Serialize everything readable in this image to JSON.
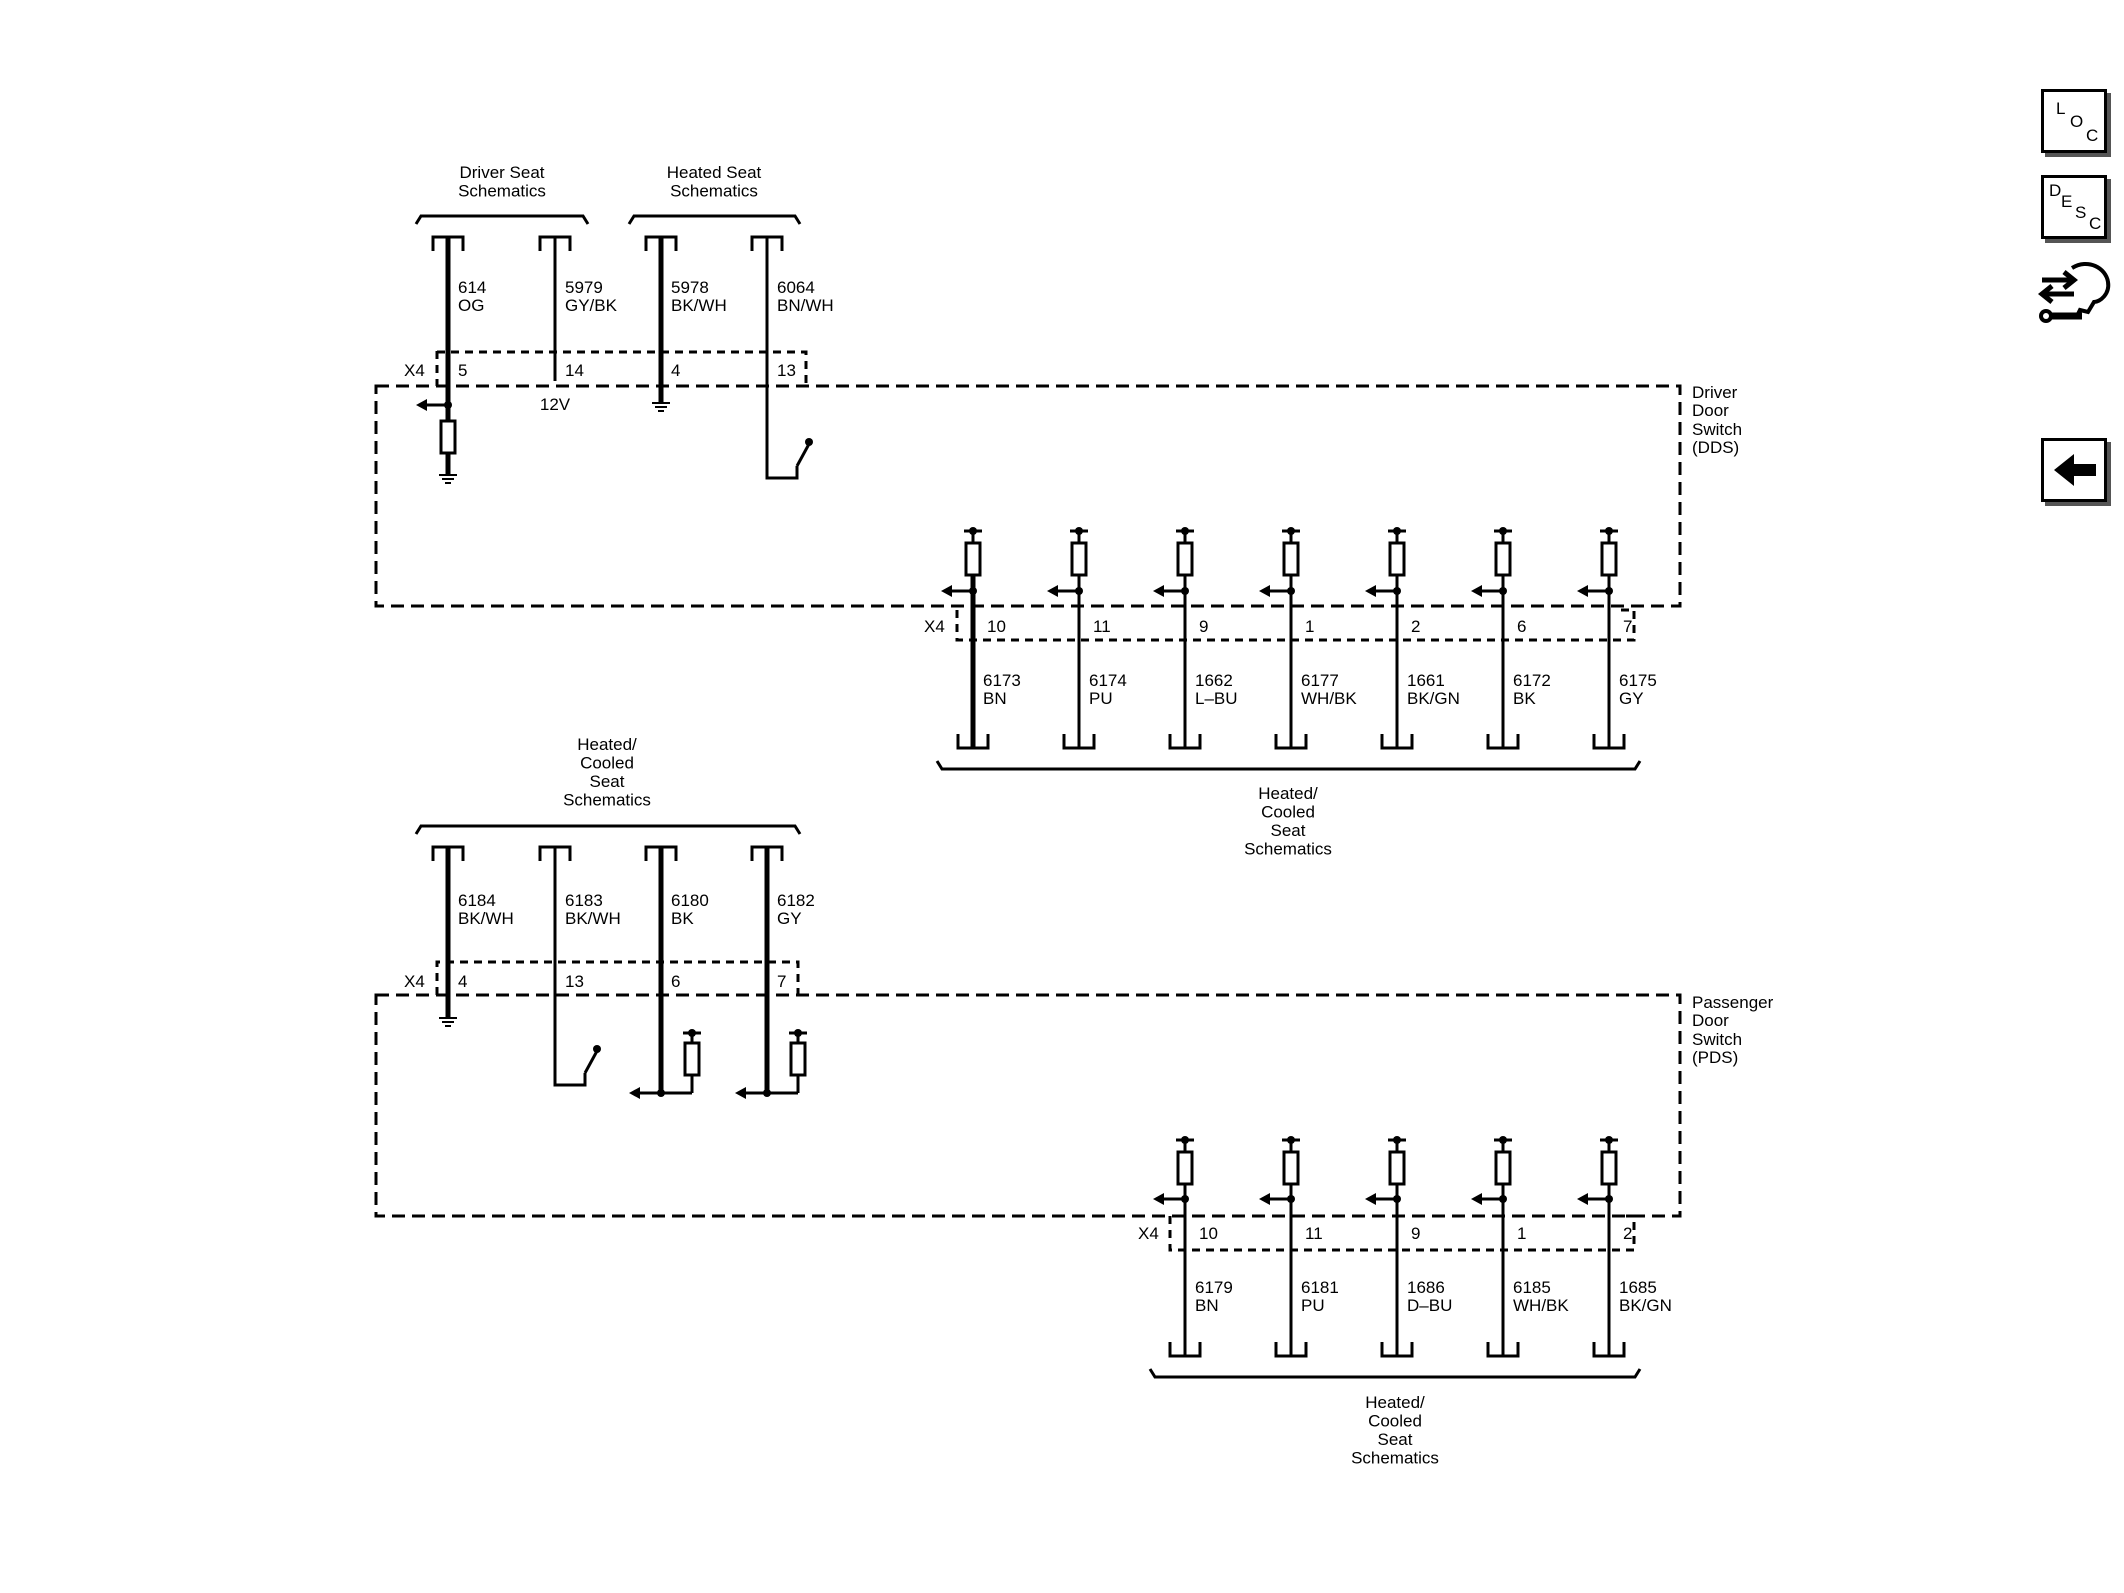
{
  "nav": {
    "loc": {
      "l1": "L",
      "l2": "O",
      "l3": "C"
    },
    "desc": {
      "l1": "D",
      "l2": "E",
      "l3": "S",
      "l4": "C"
    }
  },
  "top": {
    "harness_label": "Driver Door Switch (DDS)",
    "upper": {
      "groups": [
        {
          "label": [
            "Driver Seat",
            "Schematics"
          ]
        },
        {
          "label": [
            "Heated Seat",
            "Schematics"
          ]
        }
      ],
      "connector": "X4",
      "wires": [
        {
          "circuit": "614",
          "color": "OG",
          "pin": "5"
        },
        {
          "circuit": "5979",
          "color": "GY/BK",
          "pin": "14",
          "note": "12V"
        },
        {
          "circuit": "5978",
          "color": "BK/WH",
          "pin": "4"
        },
        {
          "circuit": "6064",
          "color": "BN/WH",
          "pin": "13"
        }
      ]
    },
    "lower": {
      "connector": "X4",
      "group_label": [
        "Heated/",
        "Cooled",
        "Seat",
        "Schematics"
      ],
      "wires": [
        {
          "circuit": "6173",
          "color": "BN",
          "pin": "10"
        },
        {
          "circuit": "6174",
          "color": "PU",
          "pin": "11"
        },
        {
          "circuit": "1662",
          "color": "L–BU",
          "pin": "9"
        },
        {
          "circuit": "6177",
          "color": "WH/BK",
          "pin": "1"
        },
        {
          "circuit": "1661",
          "color": "BK/GN",
          "pin": "2"
        },
        {
          "circuit": "6172",
          "color": "BK",
          "pin": "6"
        },
        {
          "circuit": "6175",
          "color": "GY",
          "pin": "7"
        }
      ]
    }
  },
  "bottom": {
    "harness_label": "Passenger Door Switch (PDS)",
    "upper": {
      "group_label": [
        "Heated/",
        "Cooled",
        "Seat",
        "Schematics"
      ],
      "connector": "X4",
      "wires": [
        {
          "circuit": "6184",
          "color": "BK/WH",
          "pin": "4"
        },
        {
          "circuit": "6183",
          "color": "BK/WH",
          "pin": "13"
        },
        {
          "circuit": "6180",
          "color": "BK",
          "pin": "6"
        },
        {
          "circuit": "6182",
          "color": "GY",
          "pin": "7"
        }
      ]
    },
    "lower": {
      "connector": "X4",
      "group_label": [
        "Heated/",
        "Cooled",
        "Seat",
        "Schematics"
      ],
      "wires": [
        {
          "circuit": "6179",
          "color": "BN",
          "pin": "10"
        },
        {
          "circuit": "6181",
          "color": "PU",
          "pin": "11"
        },
        {
          "circuit": "1686",
          "color": "D–BU",
          "pin": "9"
        },
        {
          "circuit": "6185",
          "color": "WH/BK",
          "pin": "1"
        },
        {
          "circuit": "1685",
          "color": "BK/GN",
          "pin": "2"
        }
      ]
    }
  }
}
